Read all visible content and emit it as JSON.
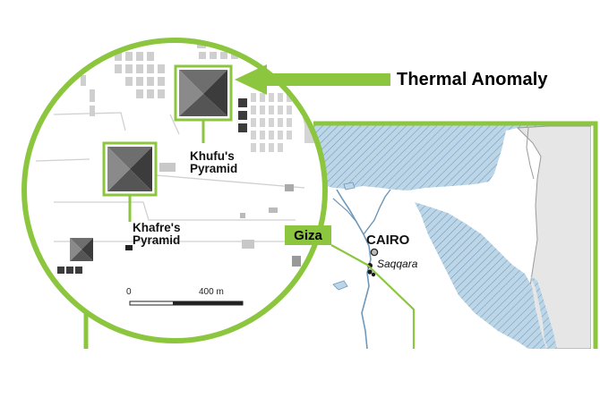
{
  "title": "Thermal Anomaly",
  "region_label": "Giza",
  "pyramids": [
    {
      "name": "Khufu's",
      "sub": "Pyramid"
    },
    {
      "name": "Khafre's",
      "sub": "Pyramid"
    }
  ],
  "cities": [
    {
      "name": "CAIRO"
    },
    {
      "name": "Saqqara"
    }
  ],
  "scale_bar": {
    "start": "0",
    "end": "400 m"
  },
  "colors": {
    "accent_green": "#8cc63f",
    "water": "#bcd6e8",
    "water_hatch": "#7fa6c4",
    "land": "#ffffff",
    "neighbor": "#e6e6e6",
    "border": "#9a9a9a"
  }
}
